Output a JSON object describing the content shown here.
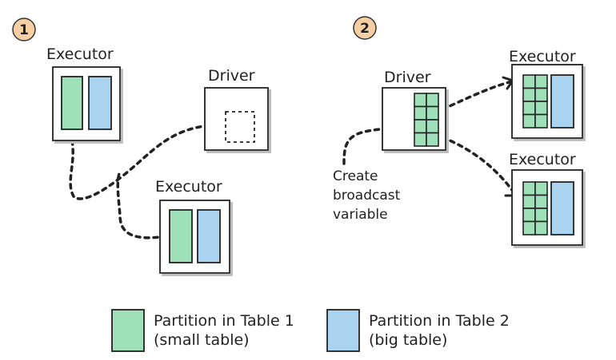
{
  "colors": {
    "small_table": "#9fe0b8",
    "big_table": "#a9d3ee",
    "step_badge": "#f6cfa4",
    "ink": "#222222"
  },
  "steps": [
    "1",
    "2"
  ],
  "panel1": {
    "executor_top": "Executor",
    "driver": "Driver",
    "executor_bottom": "Executor"
  },
  "panel2": {
    "driver": "Driver",
    "executor_top": "Executor",
    "executor_bottom": "Executor",
    "annotation": [
      "Create",
      "broadcast",
      "variable"
    ]
  },
  "legend": [
    {
      "line1": "Partition in Table 1",
      "line2": "(small table)",
      "color": "#9fe0b8"
    },
    {
      "line1": "Partition in Table 2",
      "line2": "(big table)",
      "color": "#a9d3ee"
    }
  ]
}
